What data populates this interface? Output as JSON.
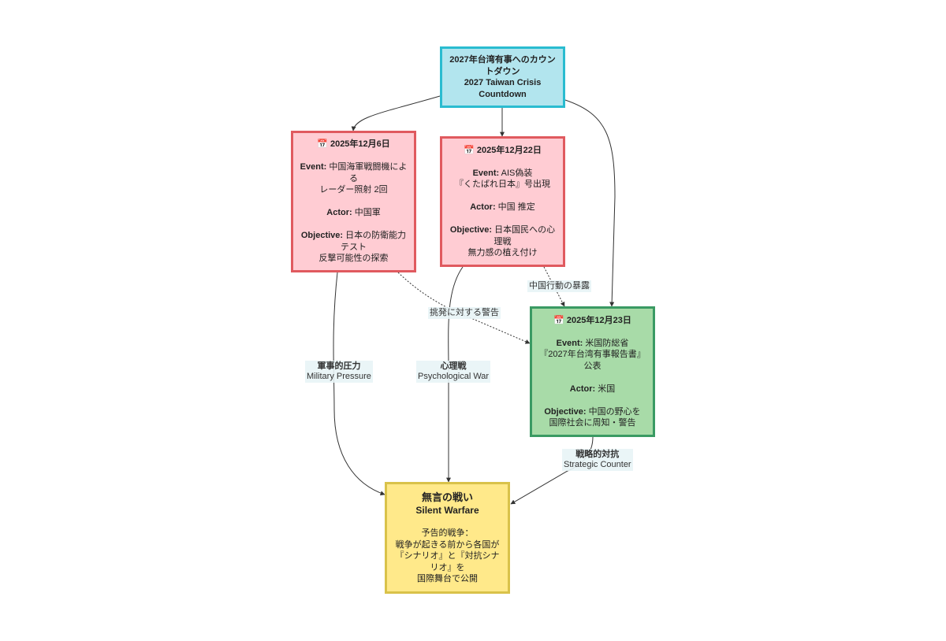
{
  "root": {
    "line1": "2027年台湾有事へのカウン",
    "line2": "トダウン",
    "line3": "2027 Taiwan Crisis",
    "line4": "Countdown"
  },
  "events": [
    {
      "date": "📅 2025年12月6日",
      "event_key": "Event:",
      "event_l1": " 中国海軍戦闘機によ",
      "event_l2": "る",
      "event_l3": "レーダー照射 2回",
      "actor_key": "Actor:",
      "actor": " 中国軍",
      "objective_key": "Objective:",
      "objective_l1": " 日本の防衛能力",
      "objective_l2": "テスト",
      "objective_l3": "反撃可能性の探索"
    },
    {
      "date": "📅 2025年12月22日",
      "event_key": "Event:",
      "event_l1": " AIS偽装",
      "event_l2": "『くたばれ日本』号出現",
      "actor_key": "Actor:",
      "actor": " 中国 推定",
      "objective_key": "Objective:",
      "objective_l1": " 日本国民への心",
      "objective_l2": "理戦",
      "objective_l3": "無力感の植え付け"
    },
    {
      "date": "📅 2025年12月23日",
      "event_key": "Event:",
      "event_l1": " 米国防総省",
      "event_l2": "『2027年台湾有事報告書』",
      "event_l3": "公表",
      "actor_key": "Actor:",
      "actor": " 米国",
      "objective_key": "Objective:",
      "objective_l1": " 中国の野心を",
      "objective_l2": "国際社会に周知・警告"
    }
  ],
  "result": {
    "title_jp": "無言の戦い",
    "title_en": "Silent Warfare",
    "body_l1": "予告的戦争：",
    "body_l2": "戦争が起きる前から各国が",
    "body_l3": "『シナリオ』と『対抗シナ",
    "body_l4": "リオ』を",
    "body_l5": "国際舞台で公開"
  },
  "edge_labels": {
    "military_jp": "軍事的圧力",
    "military_en": "Military Pressure",
    "psych_jp": "心理戦",
    "psych_en": "Psychological War",
    "strategic_jp": "戦略的対抗",
    "strategic_en": "Strategic Counter",
    "warning": "挑発に対する警告",
    "exposure": "中国行動の暴露"
  },
  "colors": {
    "root_fill": "#b2e5ee",
    "root_border": "#2abcd0",
    "threat_fill": "#ffccd3",
    "threat_border": "#e05a5f",
    "counter_fill": "#a8dba8",
    "counter_border": "#3a9a63",
    "result_fill": "#ffe98a",
    "result_border": "#d9c24a"
  }
}
